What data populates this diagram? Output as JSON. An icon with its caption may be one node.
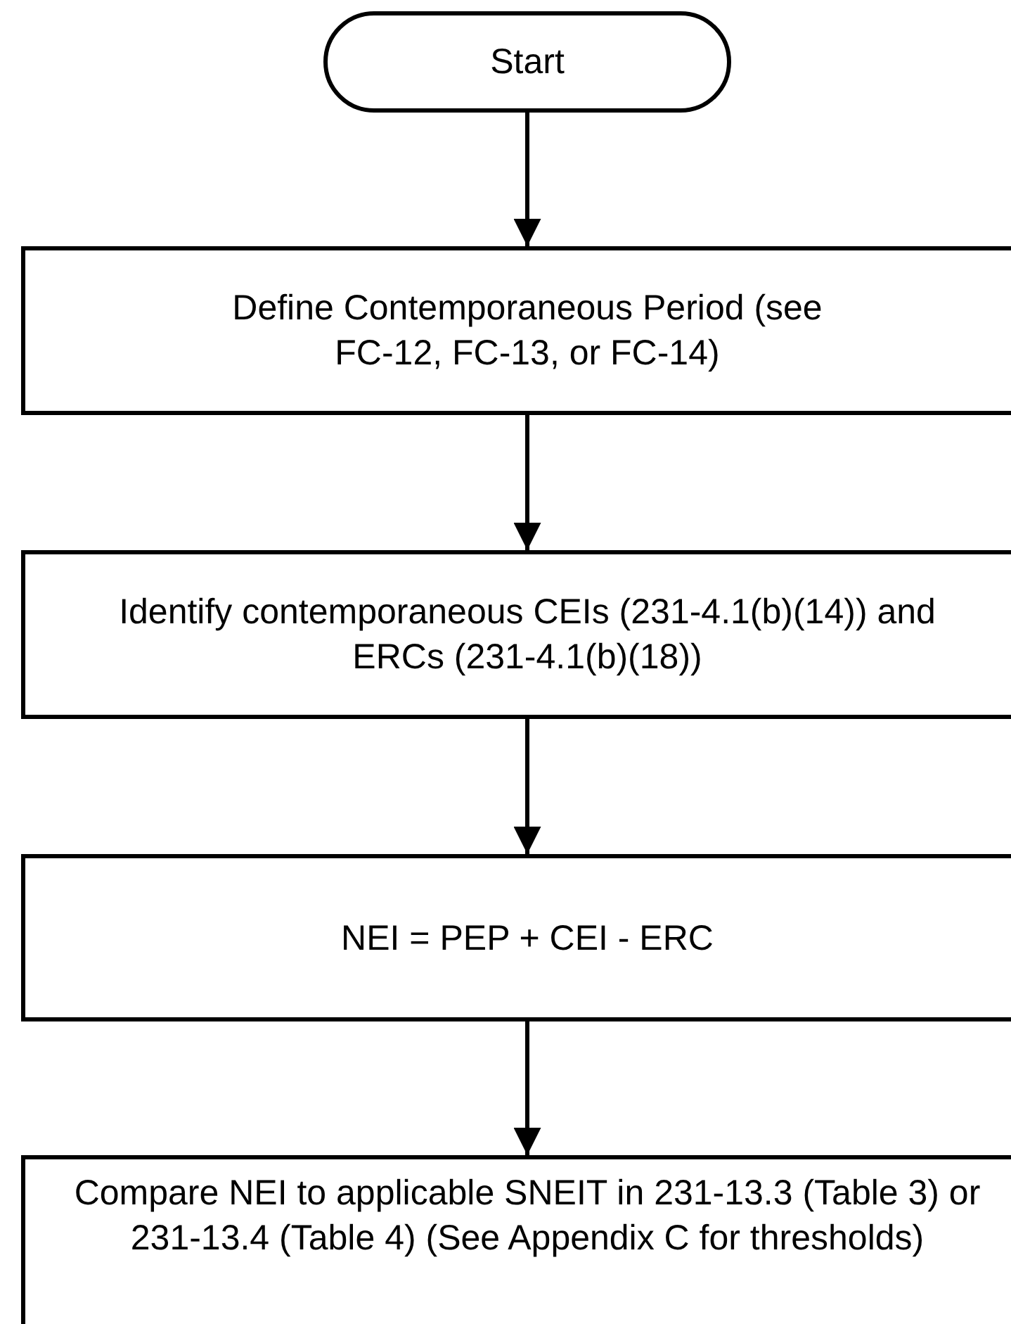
{
  "diagram": {
    "nodes": [
      {
        "text": [
          "Start"
        ]
      },
      {
        "text": [
          "Define Contemporaneous Period (see FC-12, FC-13, or FC-14)"
        ]
      },
      {
        "text": [
          "Identify contemporaneous CEIs (231-4.1(b)(14)) and ERCs (231-4.1(b)(18))"
        ]
      },
      {
        "text": [
          "NEI = PEP + CEI - ERC"
        ]
      },
      {
        "text": [
          "Compare NEI to applicable SNEIT in 231-13.3 (Table 3) or 231-13.4 (Table 4) (See Appendix C for thresholds)"
        ]
      }
    ],
    "edges": [
      {
        "from": 0,
        "to": 1,
        "arrow": "to"
      },
      {
        "from": 1,
        "to": 2,
        "arrow": "to"
      },
      {
        "from": 2,
        "to": 3,
        "arrow": "to"
      },
      {
        "from": 3,
        "to": 4,
        "arrow": "to"
      }
    ]
  }
}
